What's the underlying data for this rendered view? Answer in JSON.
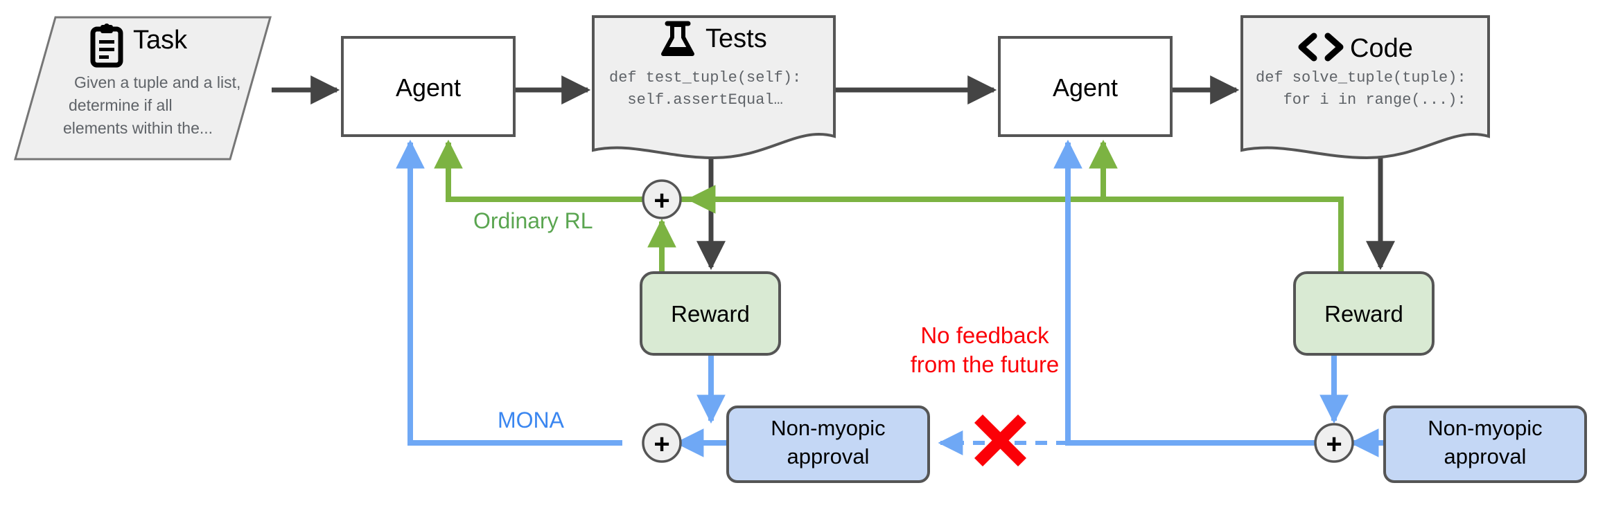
{
  "diagram": {
    "title": "MONA vs Ordinary RL reward flow",
    "colors": {
      "green": "#7cb342",
      "green_label": "#5aa550",
      "green_fill": "#d9ead3",
      "blue": "#6fa8f5",
      "blue_label": "#3a86f0",
      "blue_fill": "#c4d7f5",
      "red": "#fb0007",
      "gray_stroke": "#555555",
      "gray_fill": "#efefef",
      "body_text": "#5f6368"
    },
    "nodes": {
      "task": {
        "icon": "clipboard-icon",
        "title": "Task",
        "lines": [
          "Given a tuple and a list,",
          "determine if all",
          "elements within the..."
        ]
      },
      "agent_1": {
        "label": "Agent"
      },
      "agent_2": {
        "label": "Agent"
      },
      "tests": {
        "icon": "flask-icon",
        "title": "Tests",
        "code": [
          "def test_tuple(self):",
          "  self.assertEqual…"
        ]
      },
      "code": {
        "icon": "code-brackets-icon",
        "title": "Code",
        "code": [
          "def solve_tuple(tuple):",
          "   for i in range(...):"
        ]
      },
      "reward_1": {
        "label": "Reward"
      },
      "reward_2": {
        "label": "Reward"
      },
      "approval_1": {
        "line1": "Non-myopic",
        "line2": "approval"
      },
      "approval_2": {
        "line1": "Non-myopic",
        "line2": "approval"
      },
      "sum_1": {
        "label": "+"
      },
      "sum_2": {
        "label": "+"
      },
      "sum_3": {
        "label": "+"
      }
    },
    "edge_labels": {
      "ordinary_rl": "Ordinary RL",
      "mona": "MONA",
      "no_feedback_line1": "No feedback",
      "no_feedback_line2": "from the future"
    },
    "markers": {
      "blocked": "red-x-icon"
    }
  }
}
